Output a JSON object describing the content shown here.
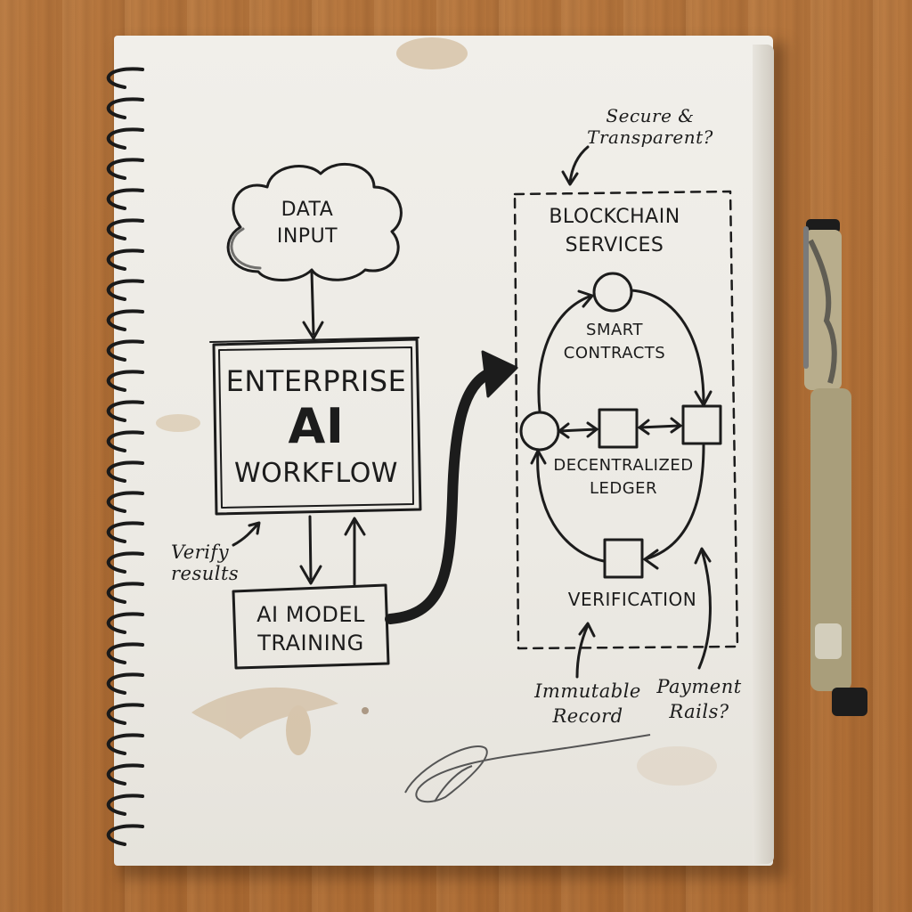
{
  "diagram": {
    "data_input": [
      "DATA",
      "INPUT"
    ],
    "center": {
      "line1": "ENTERPRISE",
      "line2": "AI",
      "line3": "WORKFLOW"
    },
    "training": [
      "AI MODEL",
      "TRAINING"
    ],
    "verify_note": [
      "Verify",
      "results"
    ],
    "blockchain": {
      "title": [
        "BLOCKCHAIN",
        "SERVICES"
      ],
      "smart_contracts": [
        "SMART",
        "CONTRACTS"
      ],
      "ledger": [
        "DECENTRALIZED",
        "LEDGER"
      ],
      "verification": "VERIFICATION"
    },
    "notes": {
      "secure": [
        "Secure &",
        "Transparent?"
      ],
      "immutable": [
        "Immutable",
        "Record"
      ],
      "payment": [
        "Payment",
        "Rails?"
      ]
    }
  },
  "colors": {
    "ink": "#1c1c1c",
    "paper": "#eeece6",
    "desk": "#b47238"
  }
}
